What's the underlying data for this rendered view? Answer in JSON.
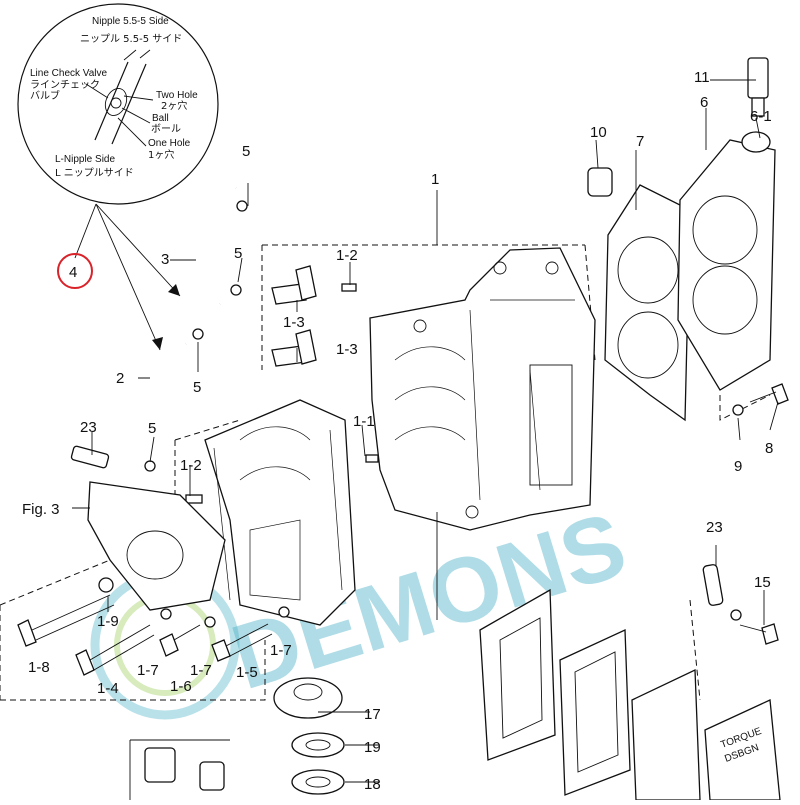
{
  "callout": {
    "nipple_side_en": "Nipple 5.5-5 Side",
    "nipple_side_jp": "ニップル 5.5-5 サイド",
    "valve_en": "Line Check Valve",
    "valve_jp1": "ラインチェック",
    "valve_jp2": "バルブ",
    "two_hole_en": "Two Hole",
    "two_hole_jp": "2ヶ穴",
    "ball_en": "Ball",
    "ball_jp": "ボール",
    "one_hole_en": "One Hole",
    "one_hole_jp": "1ヶ穴",
    "l_nipple_en": "L-Nipple Side",
    "l_nipple_jp": "L ニップルサイド"
  },
  "highlight": {
    "label": "4",
    "color": "#d9232a"
  },
  "fig_label": "Fig. 3",
  "watermark": {
    "text": "DEMONS",
    "color": "#4fb3c8"
  },
  "gasket_text": {
    "line1": "TORQUE",
    "line2": "DSBGN"
  },
  "parts": {
    "p1": "1",
    "p1_1": "1-1",
    "p1_2a": "1-2",
    "p1_2b": "1-2",
    "p1_3a": "1-3",
    "p1_3b": "1-3",
    "p1_4": "1-4",
    "p1_5": "1-5",
    "p1_6": "1-6",
    "p1_7a": "1-7",
    "p1_7b": "1-7",
    "p1_7c": "1-7",
    "p1_8": "1-8",
    "p1_9": "1-9",
    "p2": "2",
    "p3": "3",
    "p5a": "5",
    "p5b": "5",
    "p5c": "5",
    "p5d": "5",
    "p6": "6",
    "p6_1": "6-1",
    "p7": "7",
    "p8": "8",
    "p9": "9",
    "p10": "10",
    "p11": "11",
    "p15": "15",
    "p17": "17",
    "p18": "18",
    "p19": "19",
    "p23a": "23",
    "p23b": "23"
  }
}
